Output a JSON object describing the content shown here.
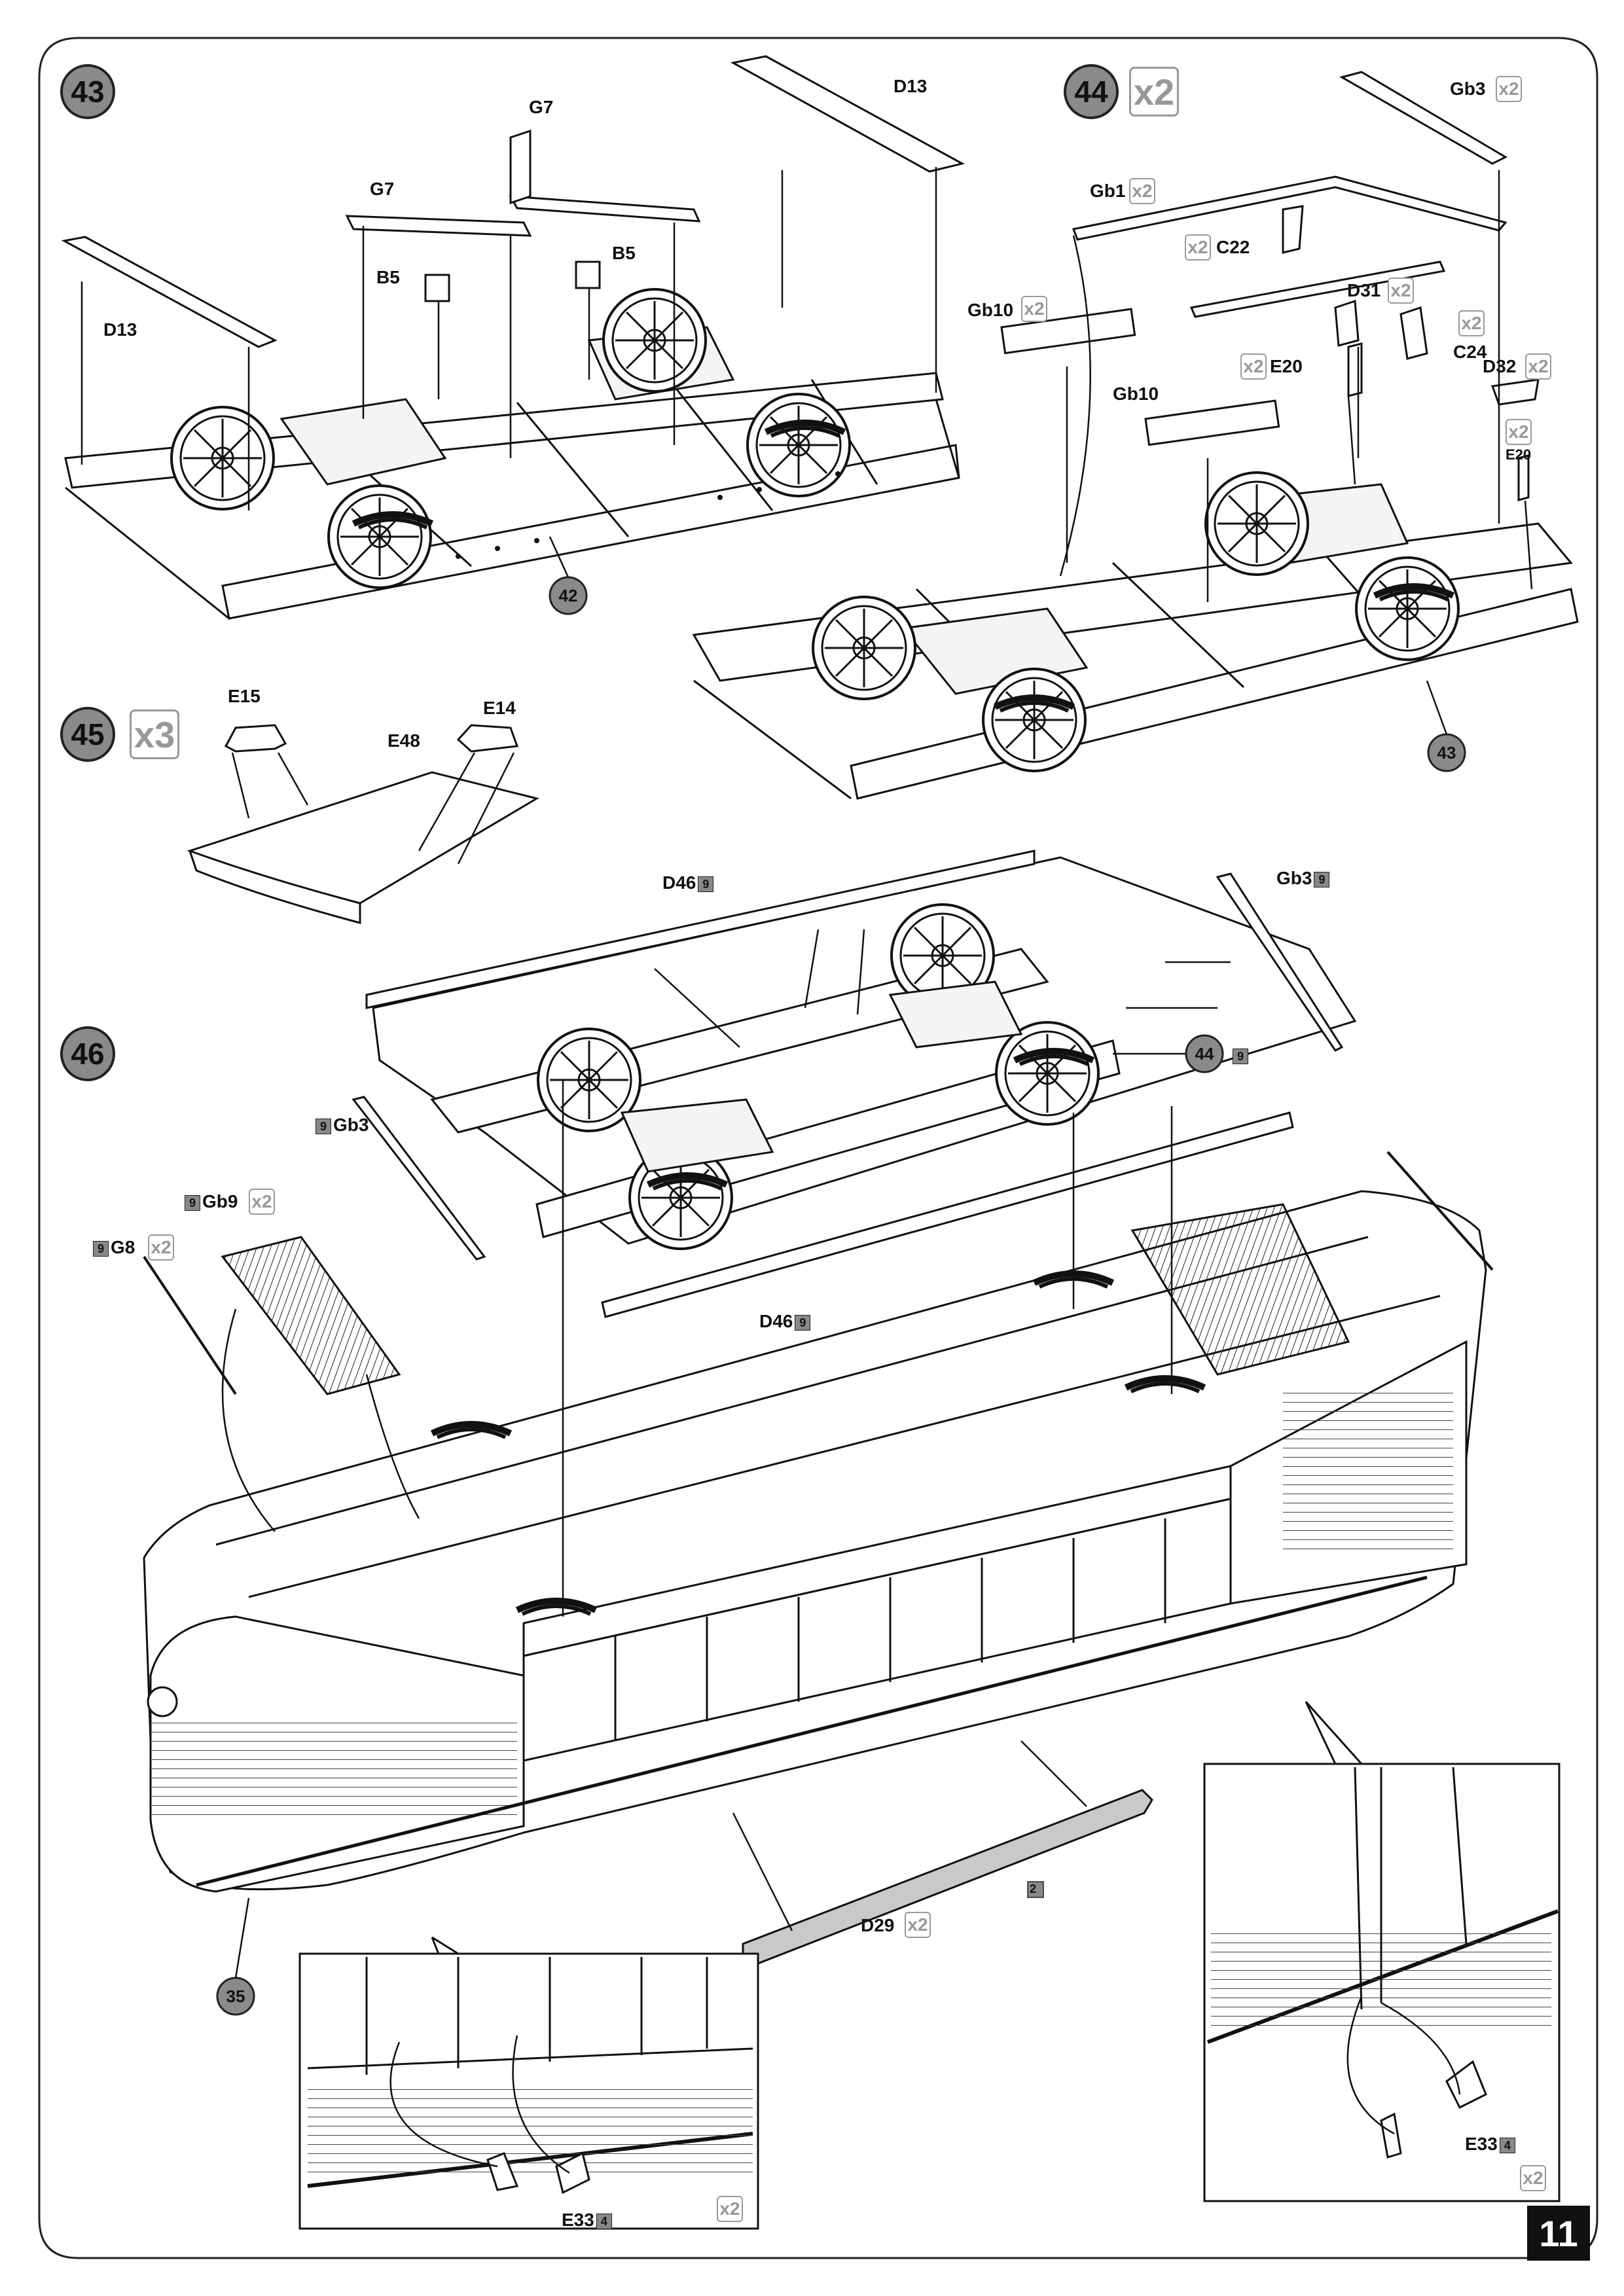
{
  "page": {
    "number": "11",
    "watermark": ""
  },
  "steps": {
    "s43": {
      "number": "43",
      "labels": {
        "g7_a": "G7",
        "g7_b": "G7",
        "d13_a": "D13",
        "d13_b": "D13",
        "b5_a": "B5",
        "b5_b": "B5",
        "ref42": "42"
      }
    },
    "s44": {
      "number": "44",
      "multiplier": "x2",
      "labels": {
        "gb3": "Gb3",
        "gb1": "Gb1",
        "c22": "C22",
        "d31": "D31",
        "c24": "C24",
        "gb10_a": "Gb10",
        "gb10_b": "Gb10",
        "e20_a": "E20",
        "e20_b": "E20",
        "d32": "D32",
        "ref43": "43"
      },
      "small_multiplier": "x2"
    },
    "s45": {
      "number": "45",
      "multiplier": "x3",
      "labels": {
        "e15": "E15",
        "e14": "E14",
        "e48": "E48"
      }
    },
    "s46": {
      "number": "46",
      "labels": {
        "d46_top": "D46",
        "d46_bottom": "D46",
        "gb3_right": "Gb3",
        "gb3_left": "Gb3",
        "gb9": "Gb9",
        "g8": "G8",
        "d29": "D29",
        "e33_left": "E33",
        "e33_right": "E33",
        "ref44": "44",
        "ref35": "35"
      },
      "sprue": {
        "nine": "9",
        "two": "2",
        "four": "4"
      },
      "multiplier": "x2"
    }
  },
  "colors": {
    "line": "#1a1a1a",
    "step_fill": "#8a8a8a",
    "highlight_part": "#c9c9c9",
    "multiplier": "#999999"
  }
}
